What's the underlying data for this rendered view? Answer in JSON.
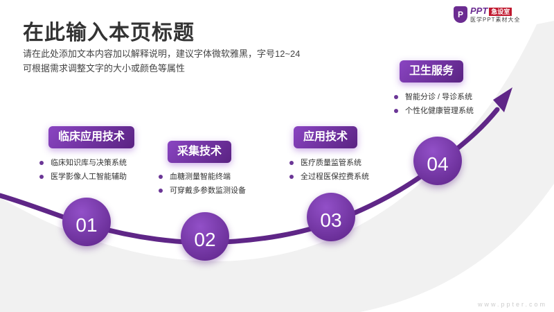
{
  "title": "在此输入本页标题",
  "subtitle": [
    "请在此处添加文本内容加以解释说明，建议字体微软雅黑，字号12~24",
    "可根据需求调整文字的大小或颜色等属性"
  ],
  "logo": {
    "mark": "P",
    "brand": "PPT",
    "badge": "急设室",
    "tagline": "医学PPT素材大全"
  },
  "steps": [
    {
      "num": "01",
      "label": "临床应用技术",
      "items": [
        "临床知识库与决策系统",
        "医学影像人工智能辅助"
      ]
    },
    {
      "num": "02",
      "label": "采集技术",
      "items": [
        "血糖测量智能终端",
        "可穿戴多参数监测设备"
      ]
    },
    {
      "num": "03",
      "label": "应用技术",
      "items": [
        "医疗质量监管系统",
        "全过程医保控费系统"
      ]
    },
    {
      "num": "04",
      "label": "卫生服务",
      "items": [
        "智能分诊 / 导诊系统",
        "个性化健康管理系统"
      ]
    }
  ],
  "watermark": "www.ppter.com",
  "colors": {
    "accent": "#6b2c91",
    "bg_gray": "#f1f1f1"
  }
}
